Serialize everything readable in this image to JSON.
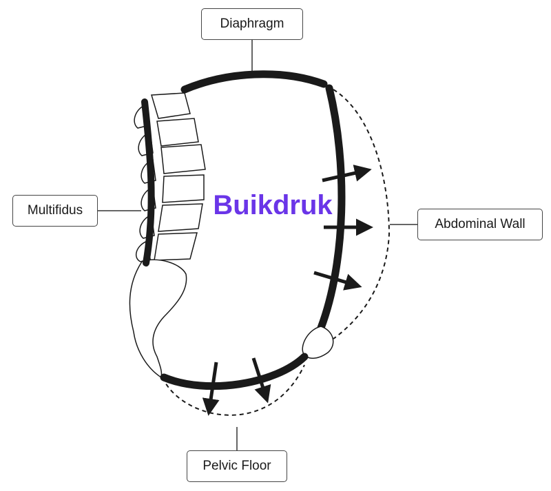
{
  "labels": {
    "diaphragm": "Diaphragm",
    "multifidus": "Multifidus",
    "abdominal_wall": "Abdominal Wall",
    "pelvic_floor": "Pelvic Floor"
  },
  "center_text": "Buikdruk",
  "colors": {
    "center_text": "#6a35e8",
    "stroke": "#1a1a1a",
    "box_border": "#444444"
  }
}
